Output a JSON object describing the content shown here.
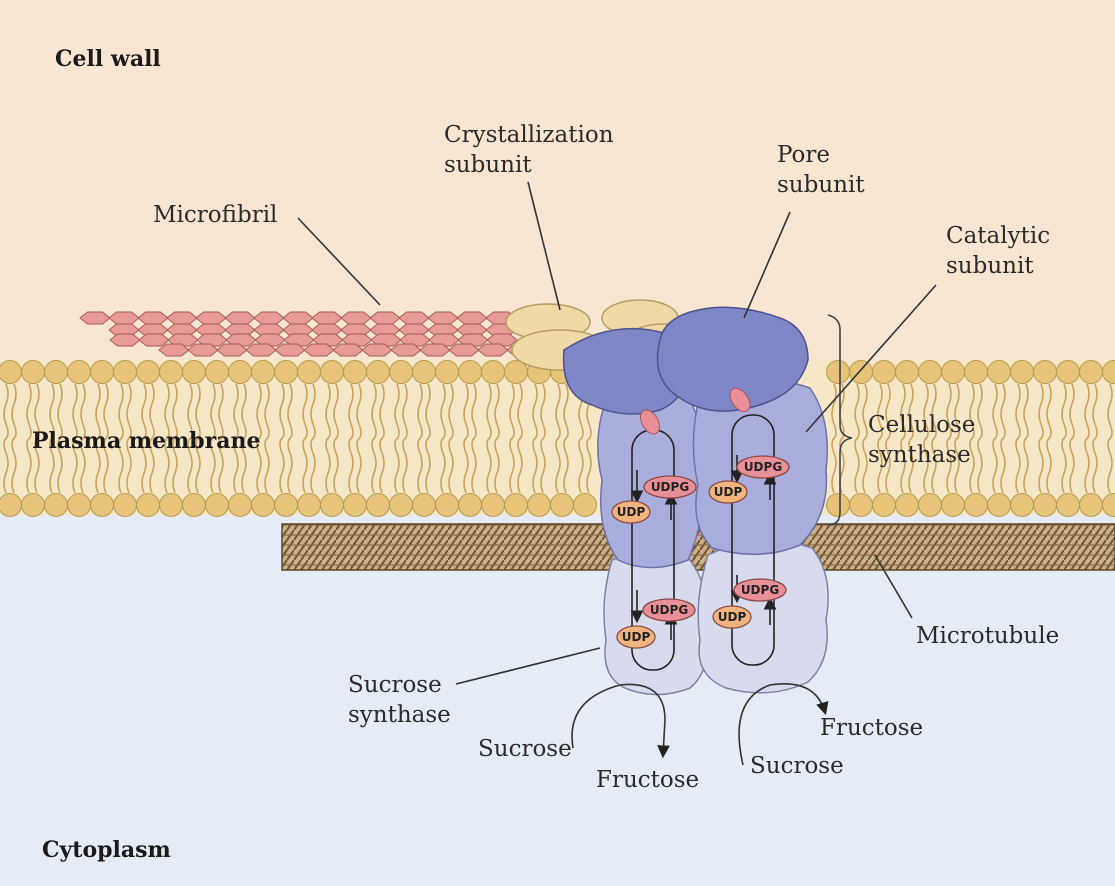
{
  "regions": {
    "cell_wall": "Cell wall",
    "plasma_membrane": "Plasma membrane",
    "cytoplasm": "Cytoplasm"
  },
  "labels": {
    "microfibril": "Microfibril",
    "crystallization_1": "Crystallization",
    "crystallization_2": "subunit",
    "pore_1": "Pore",
    "pore_2": "subunit",
    "catalytic_1": "Catalytic",
    "catalytic_2": "subunit",
    "cellulose_1": "Cellulose",
    "cellulose_2": "synthase",
    "microtubule": "Microtubule",
    "sucrose_synthase_1": "Sucrose",
    "sucrose_synthase_2": "synthase",
    "sucrose_left": "Sucrose",
    "fructose_left": "Fructose",
    "sucrose_right": "Sucrose",
    "fructose_right": "Fructose"
  },
  "molecules": {
    "udpg": "UDPG",
    "udp": "UDP"
  },
  "colors": {
    "cell_wall": "#f8e6d2",
    "cytoplasm": "#e6ecf6",
    "lipid_head": "#e8c47a",
    "lipid_head_stroke": "#b89a52",
    "microfibril": "#e79a96",
    "crystallization": "#efd9a6",
    "pore": "#7f86c6",
    "catalytic": "#a9addb",
    "sucrose_synthase": "#d8dbee",
    "udpg_fill": "#e98f98",
    "udp_fill": "#f2b47e",
    "microtubule": "#a8875e"
  }
}
